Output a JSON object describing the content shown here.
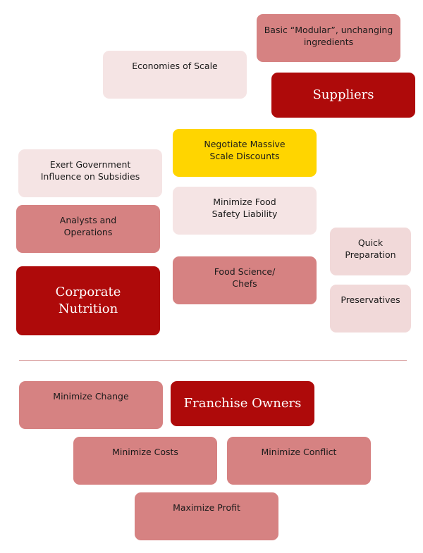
{
  "nodes": {
    "modular": "Basic “Modular”, unchanging\ningredients",
    "economies": "Economies of Scale",
    "suppliers": "Suppliers",
    "negotiate": "Negotiate Massive\nScale Discounts",
    "exert": "Exert Government\nInfluence on Subsidies",
    "food_safety": "Minimize Food\nSafety Liability",
    "analysts": "Analysts and\nOperations",
    "quick": "Quick\nPreparation",
    "corporate": "Corporate\nNutrition",
    "food_science": "Food Science/\nChefs",
    "preservatives": "Preservatives",
    "min_change": "Minimize Change",
    "franchise": "Franchise Owners",
    "min_costs": "Minimize Costs",
    "min_conflict": "Minimize Conflict",
    "max_profit": "Maximize Profit"
  },
  "colors": {
    "dark": "#ae0a0a",
    "medium": "#d68282",
    "light": "#f5e4e4",
    "highlight": "#ffd500"
  }
}
